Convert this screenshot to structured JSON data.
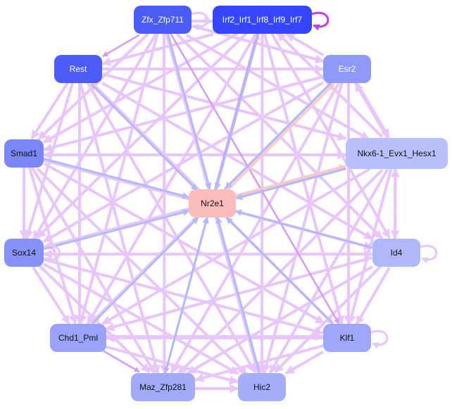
{
  "graph": {
    "nodes": [
      {
        "id": "Zfx_Zfp711",
        "label": "Zfx_Zfp711",
        "fill": "#4b5cf6",
        "text": "#ffffff"
      },
      {
        "id": "Irf2",
        "label": "Irf2_Irf1_Irf8_Irf9_Irf7",
        "fill": "#3445fb",
        "text": "#ffffff"
      },
      {
        "id": "Rest",
        "label": "Rest",
        "fill": "#4c5df7",
        "text": "#ffffff"
      },
      {
        "id": "Esr2",
        "label": "Esr2",
        "fill": "#8f99f8",
        "text": "#ffffff"
      },
      {
        "id": "Smad1",
        "label": "Smad1",
        "fill": "#7b86f8",
        "text": "#111111"
      },
      {
        "id": "Nkx",
        "label": "Nkx6-1_Evx1_Hesx1",
        "fill": "#b9c0fb",
        "text": "#111111"
      },
      {
        "id": "Nr2e1",
        "label": "Nr2e1",
        "fill": "#fbbcbc",
        "text": "#111111"
      },
      {
        "id": "Sox14",
        "label": "Sox14",
        "fill": "#8792f8",
        "text": "#111111"
      },
      {
        "id": "Id4",
        "label": "Id4",
        "fill": "#b0b8fa",
        "text": "#111111"
      },
      {
        "id": "Chd1_Pml",
        "label": "Chd1_Pml",
        "fill": "#9aa3f9",
        "text": "#111111"
      },
      {
        "id": "Klf1",
        "label": "Klf1",
        "fill": "#9ea7f9",
        "text": "#111111"
      },
      {
        "id": "Maz_Zfp281",
        "label": "Maz_Zfp281",
        "fill": "#a3abf9",
        "text": "#111111"
      },
      {
        "id": "Hic2",
        "label": "Hic2",
        "fill": "#a6aefa",
        "text": "#111111"
      }
    ],
    "edge_colors": {
      "activate": "#e8c6fb",
      "strong": "#d79af5",
      "to_target": "#b3bafa",
      "from_target": "#fdc9bf",
      "self_strong": "#c23ef0"
    },
    "edges": [
      [
        "Zfx_Zfp711",
        "Rest",
        "strong"
      ],
      [
        "Zfx_Zfp711",
        "Esr2",
        "activate"
      ],
      [
        "Zfx_Zfp711",
        "Smad1",
        "activate"
      ],
      [
        "Zfx_Zfp711",
        "Nkx",
        "activate"
      ],
      [
        "Zfx_Zfp711",
        "Sox14",
        "activate"
      ],
      [
        "Zfx_Zfp711",
        "Id4",
        "activate"
      ],
      [
        "Zfx_Zfp711",
        "Chd1_Pml",
        "activate"
      ],
      [
        "Zfx_Zfp711",
        "Klf1",
        "strong"
      ],
      [
        "Zfx_Zfp711",
        "Maz_Zfp281",
        "activate"
      ],
      [
        "Zfx_Zfp711",
        "Hic2",
        "activate"
      ],
      [
        "Zfx_Zfp711",
        "Irf2",
        "activate"
      ],
      [
        "Irf2",
        "Rest",
        "activate"
      ],
      [
        "Irf2",
        "Smad1",
        "activate"
      ],
      [
        "Irf2",
        "Sox14",
        "activate"
      ],
      [
        "Irf2",
        "Chd1_Pml",
        "activate"
      ],
      [
        "Irf2",
        "Maz_Zfp281",
        "strong"
      ],
      [
        "Irf2",
        "Hic2",
        "activate"
      ],
      [
        "Irf2",
        "Klf1",
        "activate"
      ],
      [
        "Irf2",
        "Id4",
        "activate"
      ],
      [
        "Esr2",
        "Irf2",
        "activate"
      ],
      [
        "Nkx",
        "Irf2",
        "activate"
      ],
      [
        "Rest",
        "Nkx",
        "activate"
      ],
      [
        "Rest",
        "Esr2",
        "activate"
      ],
      [
        "Rest",
        "Sox14",
        "activate"
      ],
      [
        "Rest",
        "Chd1_Pml",
        "activate"
      ],
      [
        "Rest",
        "Klf1",
        "activate"
      ],
      [
        "Rest",
        "Maz_Zfp281",
        "activate"
      ],
      [
        "Rest",
        "Hic2",
        "activate"
      ],
      [
        "Rest",
        "Id4",
        "activate"
      ],
      [
        "Rest",
        "Smad1",
        "activate"
      ],
      [
        "Esr2",
        "Smad1",
        "activate"
      ],
      [
        "Esr2",
        "Sox14",
        "activate"
      ],
      [
        "Esr2",
        "Chd1_Pml",
        "activate"
      ],
      [
        "Esr2",
        "Klf1",
        "activate"
      ],
      [
        "Esr2",
        "Maz_Zfp281",
        "activate"
      ],
      [
        "Esr2",
        "Hic2",
        "activate"
      ],
      [
        "Esr2",
        "Nkx",
        "activate"
      ],
      [
        "Nkx",
        "Esr2",
        "activate"
      ],
      [
        "Smad1",
        "Nkx",
        "activate"
      ],
      [
        "Nkx",
        "Smad1",
        "activate"
      ],
      [
        "Smad1",
        "Sox14",
        "activate"
      ],
      [
        "Smad1",
        "Id4",
        "activate"
      ],
      [
        "Smad1",
        "Klf1",
        "activate"
      ],
      [
        "Smad1",
        "Maz_Zfp281",
        "activate"
      ],
      [
        "Smad1",
        "Hic2",
        "activate"
      ],
      [
        "Smad1",
        "Chd1_Pml",
        "activate"
      ],
      [
        "Nkx",
        "Sox14",
        "activate"
      ],
      [
        "Nkx",
        "Id4",
        "activate"
      ],
      [
        "Id4",
        "Nkx",
        "activate"
      ],
      [
        "Nkx",
        "Chd1_Pml",
        "activate"
      ],
      [
        "Nkx",
        "Klf1",
        "activate"
      ],
      [
        "Nkx",
        "Maz_Zfp281",
        "activate"
      ],
      [
        "Nkx",
        "Hic2",
        "activate"
      ],
      [
        "Sox14",
        "Id4",
        "activate"
      ],
      [
        "Id4",
        "Sox14",
        "activate"
      ],
      [
        "Sox14",
        "Chd1_Pml",
        "activate"
      ],
      [
        "Sox14",
        "Klf1",
        "activate"
      ],
      [
        "Sox14",
        "Maz_Zfp281",
        "activate"
      ],
      [
        "Sox14",
        "Hic2",
        "activate"
      ],
      [
        "Id4",
        "Chd1_Pml",
        "activate"
      ],
      [
        "Id4",
        "Klf1",
        "activate"
      ],
      [
        "Id4",
        "Maz_Zfp281",
        "activate"
      ],
      [
        "Id4",
        "Hic2",
        "activate"
      ],
      [
        "Chd1_Pml",
        "Klf1",
        "activate"
      ],
      [
        "Klf1",
        "Chd1_Pml",
        "activate"
      ],
      [
        "Chd1_Pml",
        "Maz_Zfp281",
        "strong"
      ],
      [
        "Chd1_Pml",
        "Hic2",
        "activate"
      ],
      [
        "Klf1",
        "Maz_Zfp281",
        "activate"
      ],
      [
        "Klf1",
        "Hic2",
        "activate"
      ],
      [
        "Maz_Zfp281",
        "Hic2",
        "activate"
      ],
      [
        "Zfx_Zfp711",
        "Nr2e1",
        "to_target"
      ],
      [
        "Irf2",
        "Nr2e1",
        "to_target"
      ],
      [
        "Esr2",
        "Nr2e1",
        "to_target"
      ],
      [
        "Nkx",
        "Nr2e1",
        "to_target"
      ],
      [
        "Smad1",
        "Nr2e1",
        "to_target"
      ],
      [
        "Sox14",
        "Nr2e1",
        "to_target"
      ],
      [
        "Id4",
        "Nr2e1",
        "to_target"
      ],
      [
        "Klf1",
        "Nr2e1",
        "to_target"
      ],
      [
        "Hic2",
        "Nr2e1",
        "to_target"
      ],
      [
        "Maz_Zfp281",
        "Nr2e1",
        "to_target"
      ],
      [
        "Chd1_Pml",
        "Nr2e1",
        "to_target"
      ],
      [
        "Rest",
        "Nr2e1",
        "to_target"
      ],
      [
        "Nr2e1",
        "Rest",
        "from_target"
      ],
      [
        "Nr2e1",
        "Irf2",
        "from_target"
      ],
      [
        "Nr2e1",
        "Esr2",
        "from_target"
      ],
      [
        "Nr2e1",
        "Nkx",
        "from_target"
      ],
      [
        "Nr2e1",
        "Chd1_Pml",
        "from_target"
      ]
    ],
    "self_loops": [
      [
        "Zfx_Zfp711",
        "activate"
      ],
      [
        "Irf2",
        "self_strong"
      ],
      [
        "Id4",
        "activate"
      ],
      [
        "Klf1",
        "activate"
      ],
      [
        "Sox14",
        "activate"
      ]
    ]
  }
}
